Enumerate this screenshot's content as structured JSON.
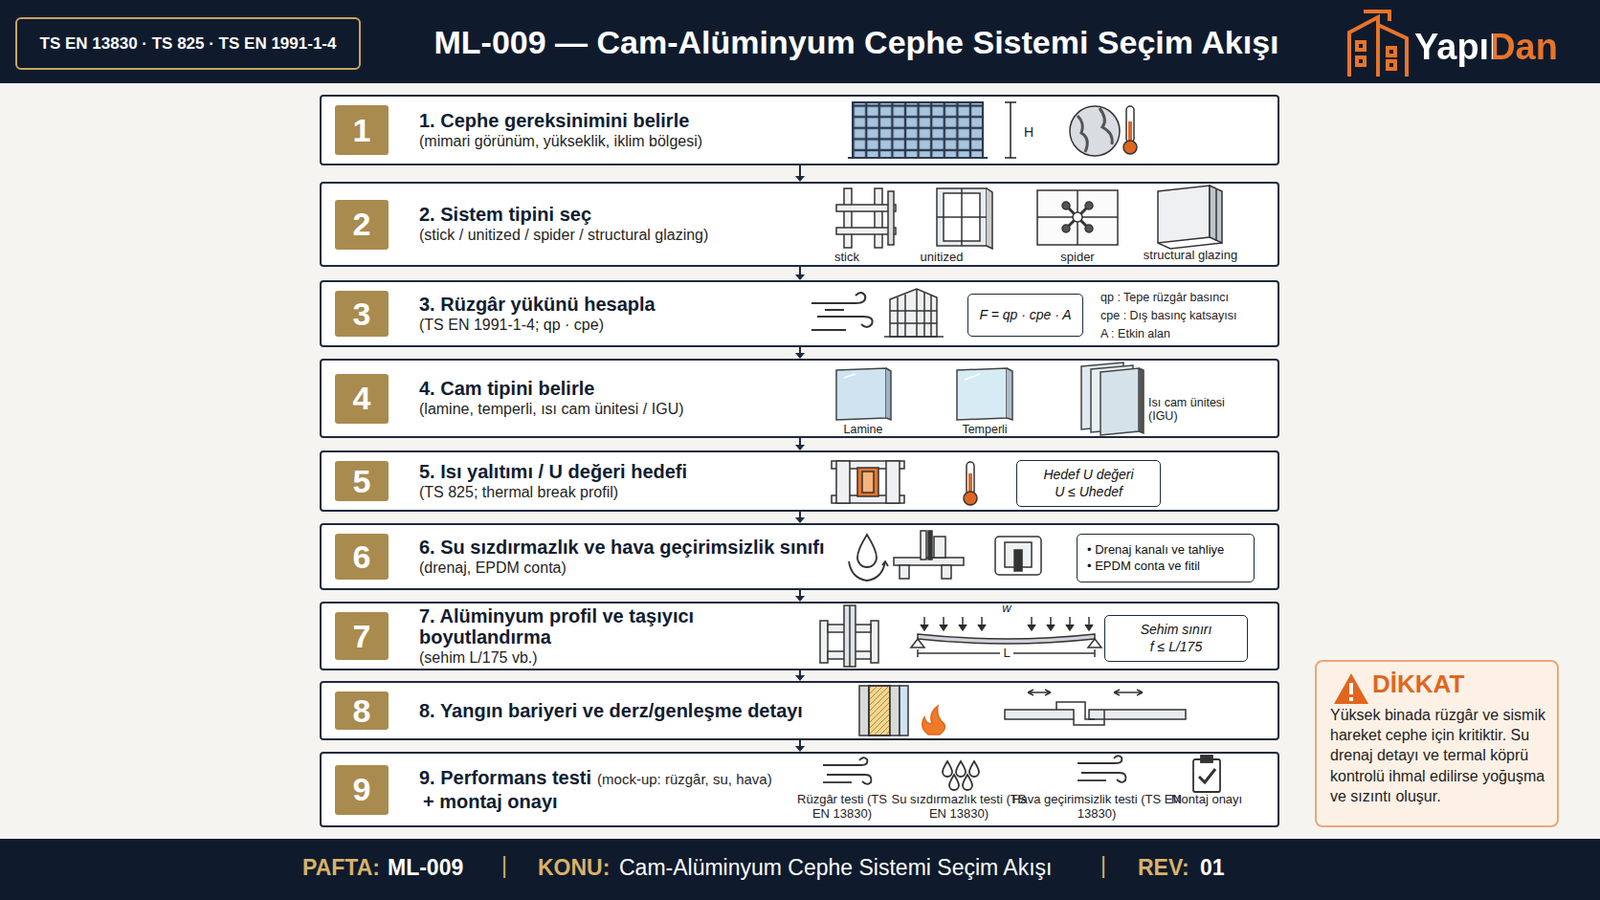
{
  "diagram": {
    "title": "ML-009 — Cam-Alüminyum Cephe Sistemi Seçim Akışı",
    "nodes": [
      {
        "text": [
          "TS EN 13830 · TS 825 · TS EN 1991-1-4"
        ]
      },
      {
        "text": [
          "1. Cephe gereksinimini belirle",
          "(mimari görünüm, yükseklik, iklim bölgesi)"
        ]
      },
      {
        "text": [
          "1"
        ],
        "in": 1
      },
      {
        "text": [
          "2. Sistem tipini seç",
          "(stick / unitized / spider / structural glazing)"
        ]
      },
      {
        "text": [
          "2"
        ],
        "in": 3
      },
      {
        "text": [
          "3. Rüzgâr yükünü hesapla",
          "(TS EN 1991-1-4; qp · cpe)"
        ]
      },
      {
        "text": [
          "3"
        ],
        "in": 5
      },
      {
        "text": [
          "F = qp · cpe · A"
        ],
        "in": 5
      },
      {
        "text": [
          "4. Cam tipini belirle",
          "(lamine, temperli, ısı cam ünitesi / IGU)"
        ]
      },
      {
        "text": [
          "4"
        ],
        "in": 8
      },
      {
        "text": [
          "5. Isı yalıtımı / U değeri hedefi",
          "(TS 825; thermal break profil)"
        ]
      },
      {
        "text": [
          "5"
        ],
        "in": 10
      },
      {
        "text": [
          "Hedef U değeri",
          "U ≤ Uhedef"
        ],
        "in": 10
      },
      {
        "text": [
          "6. Su sızdırmazlık ve hava geçirimsizlik sınıfı",
          "(drenaj, EPDM conta)"
        ]
      },
      {
        "text": [
          "6"
        ],
        "in": 13
      },
      {
        "text": [
          "• Drenaj kanalı ve tahliye",
          "• EPDM conta ve fitil"
        ],
        "in": 13
      },
      {
        "text": [
          "7. Alüminyum profil ve taşıyıcı boyutlandırma",
          "(sehim L/175 vb.)"
        ]
      },
      {
        "text": [
          "7"
        ],
        "in": 16
      },
      {
        "text": [
          "Sehim sınırı",
          "f ≤ L/175"
        ],
        "in": 16
      },
      {
        "text": [
          "8. Yangın bariyeri ve derz/genleşme detayı"
        ]
      },
      {
        "text": [
          "8"
        ],
        "in": 19
      },
      {
        "text": [
          "9. Performans testi",
          "(mock-up: rüzgâr, su, hava)",
          "+ montaj onayı"
        ]
      },
      {
        "text": [
          "9"
        ],
        "in": 21
      },
      {
        "text": [
          "DİKKAT",
          "Yüksek binada rüzgâr ve sismik hareket cephe için kritiktir. Su drenaj detayı ve termal köprü kontrolü ihmal edilirse yoğuşma ve sızıntı oluşur."
        ]
      }
    ],
    "edges": [
      {
        "from": 1,
        "to": 3,
        "arrow": "to"
      },
      {
        "from": 3,
        "to": 5,
        "arrow": "to"
      },
      {
        "from": 5,
        "to": 8,
        "arrow": "to"
      },
      {
        "from": 8,
        "to": 10,
        "arrow": "to"
      },
      {
        "from": 10,
        "to": 13,
        "arrow": "to"
      },
      {
        "from": 13,
        "to": 16,
        "arrow": "to"
      },
      {
        "from": 16,
        "to": 19,
        "arrow": "to"
      },
      {
        "from": 19,
        "to": 21,
        "arrow": "to"
      }
    ],
    "labels": [
      "YapıDan",
      "H",
      "stick",
      "unitized",
      "spider",
      "structural glazing",
      "qp : Tepe rüzgâr basıncı",
      "cpe : Dış basınç katsayısı",
      "A : Etkin alan",
      "Lamine",
      "Temperli",
      "Isı cam ünitesi (IGU)",
      "w",
      "L",
      "Rüzgâr testi (TS EN 13830)",
      "Su sızdırmazlık testi (TS EN 13830)",
      "Hava geçirimsizlik testi (TS EN 13830)",
      "Montaj onayı",
      "PAFTA:",
      "ML-009",
      "|",
      "KONU:",
      "Cam-Alüminyum Cephe Sistemi Seçim Akışı",
      "|",
      "REV:",
      "01"
    ]
  }
}
